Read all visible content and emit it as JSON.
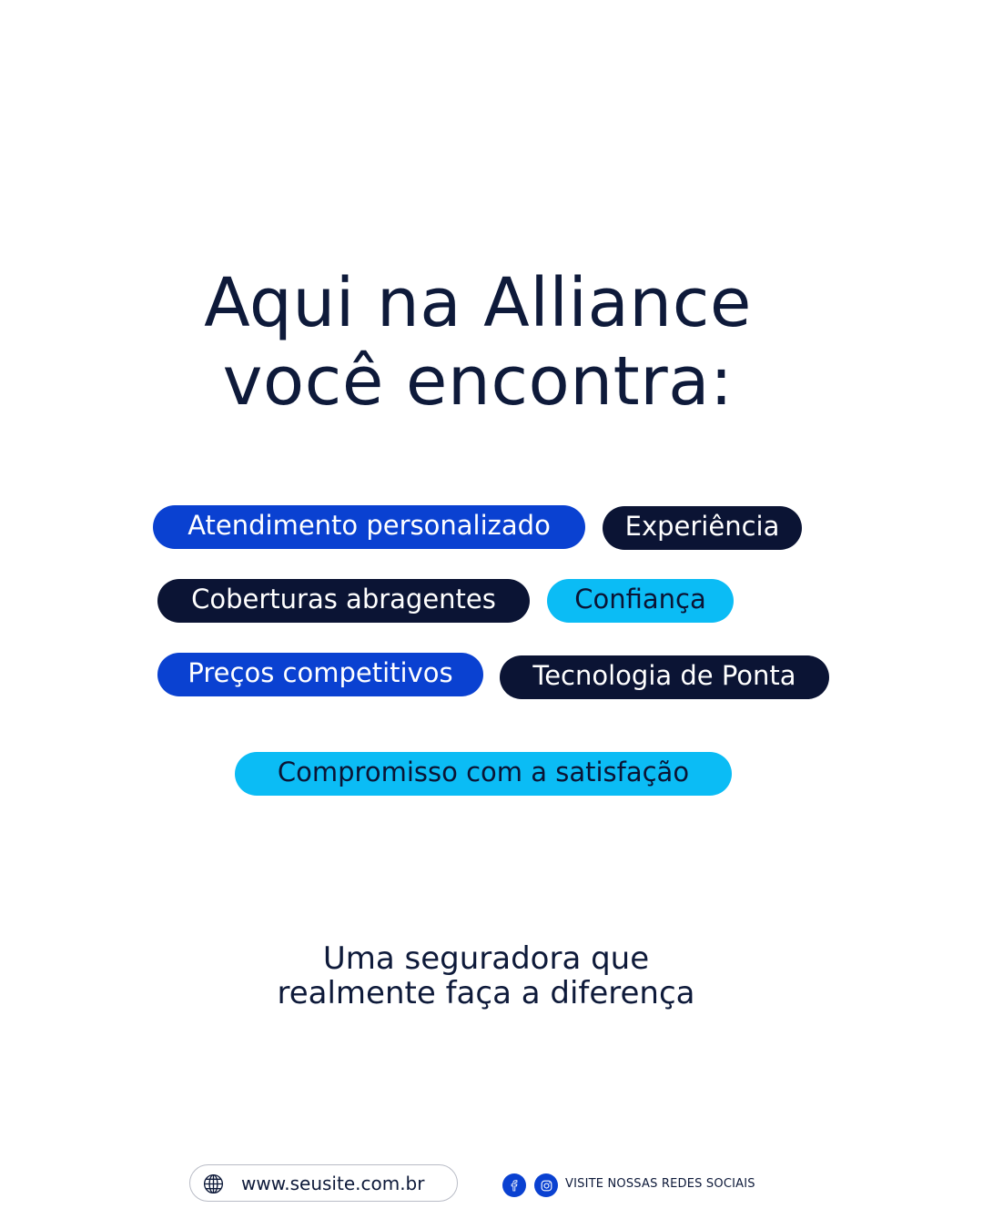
{
  "headline": {
    "line1": "Aqui na Alliance",
    "line2": "você encontra:"
  },
  "features": [
    {
      "label": "Atendimento personalizado",
      "color": "#0a41d1"
    },
    {
      "label": "Experiência",
      "color": "#0b1434"
    },
    {
      "label": "Coberturas abragentes",
      "color": "#0b1434"
    },
    {
      "label": "Confiança",
      "color": "#0bbcf5"
    },
    {
      "label": "Preços competitivos",
      "color": "#0a41d1"
    },
    {
      "label": "Tecnologia de Ponta",
      "color": "#0b1434"
    },
    {
      "label": "Compromisso com a satisfação",
      "color": "#0bbcf5"
    }
  ],
  "tagline": {
    "line1": "Uma seguradora que",
    "line2": "realmente faça a diferença"
  },
  "footer": {
    "website": "www.seusite.com.br",
    "website_icon": "globe-icon",
    "social_icons": [
      "facebook-icon",
      "instagram-icon"
    ],
    "social_text": "VISITE NOSSAS REDES SOCIAIS"
  },
  "colors": {
    "accent_blue": "#0a41d1",
    "navy": "#0b1434",
    "cyan": "#0bbcf5",
    "text": "#0e1a3a",
    "background": "#ffffff"
  }
}
